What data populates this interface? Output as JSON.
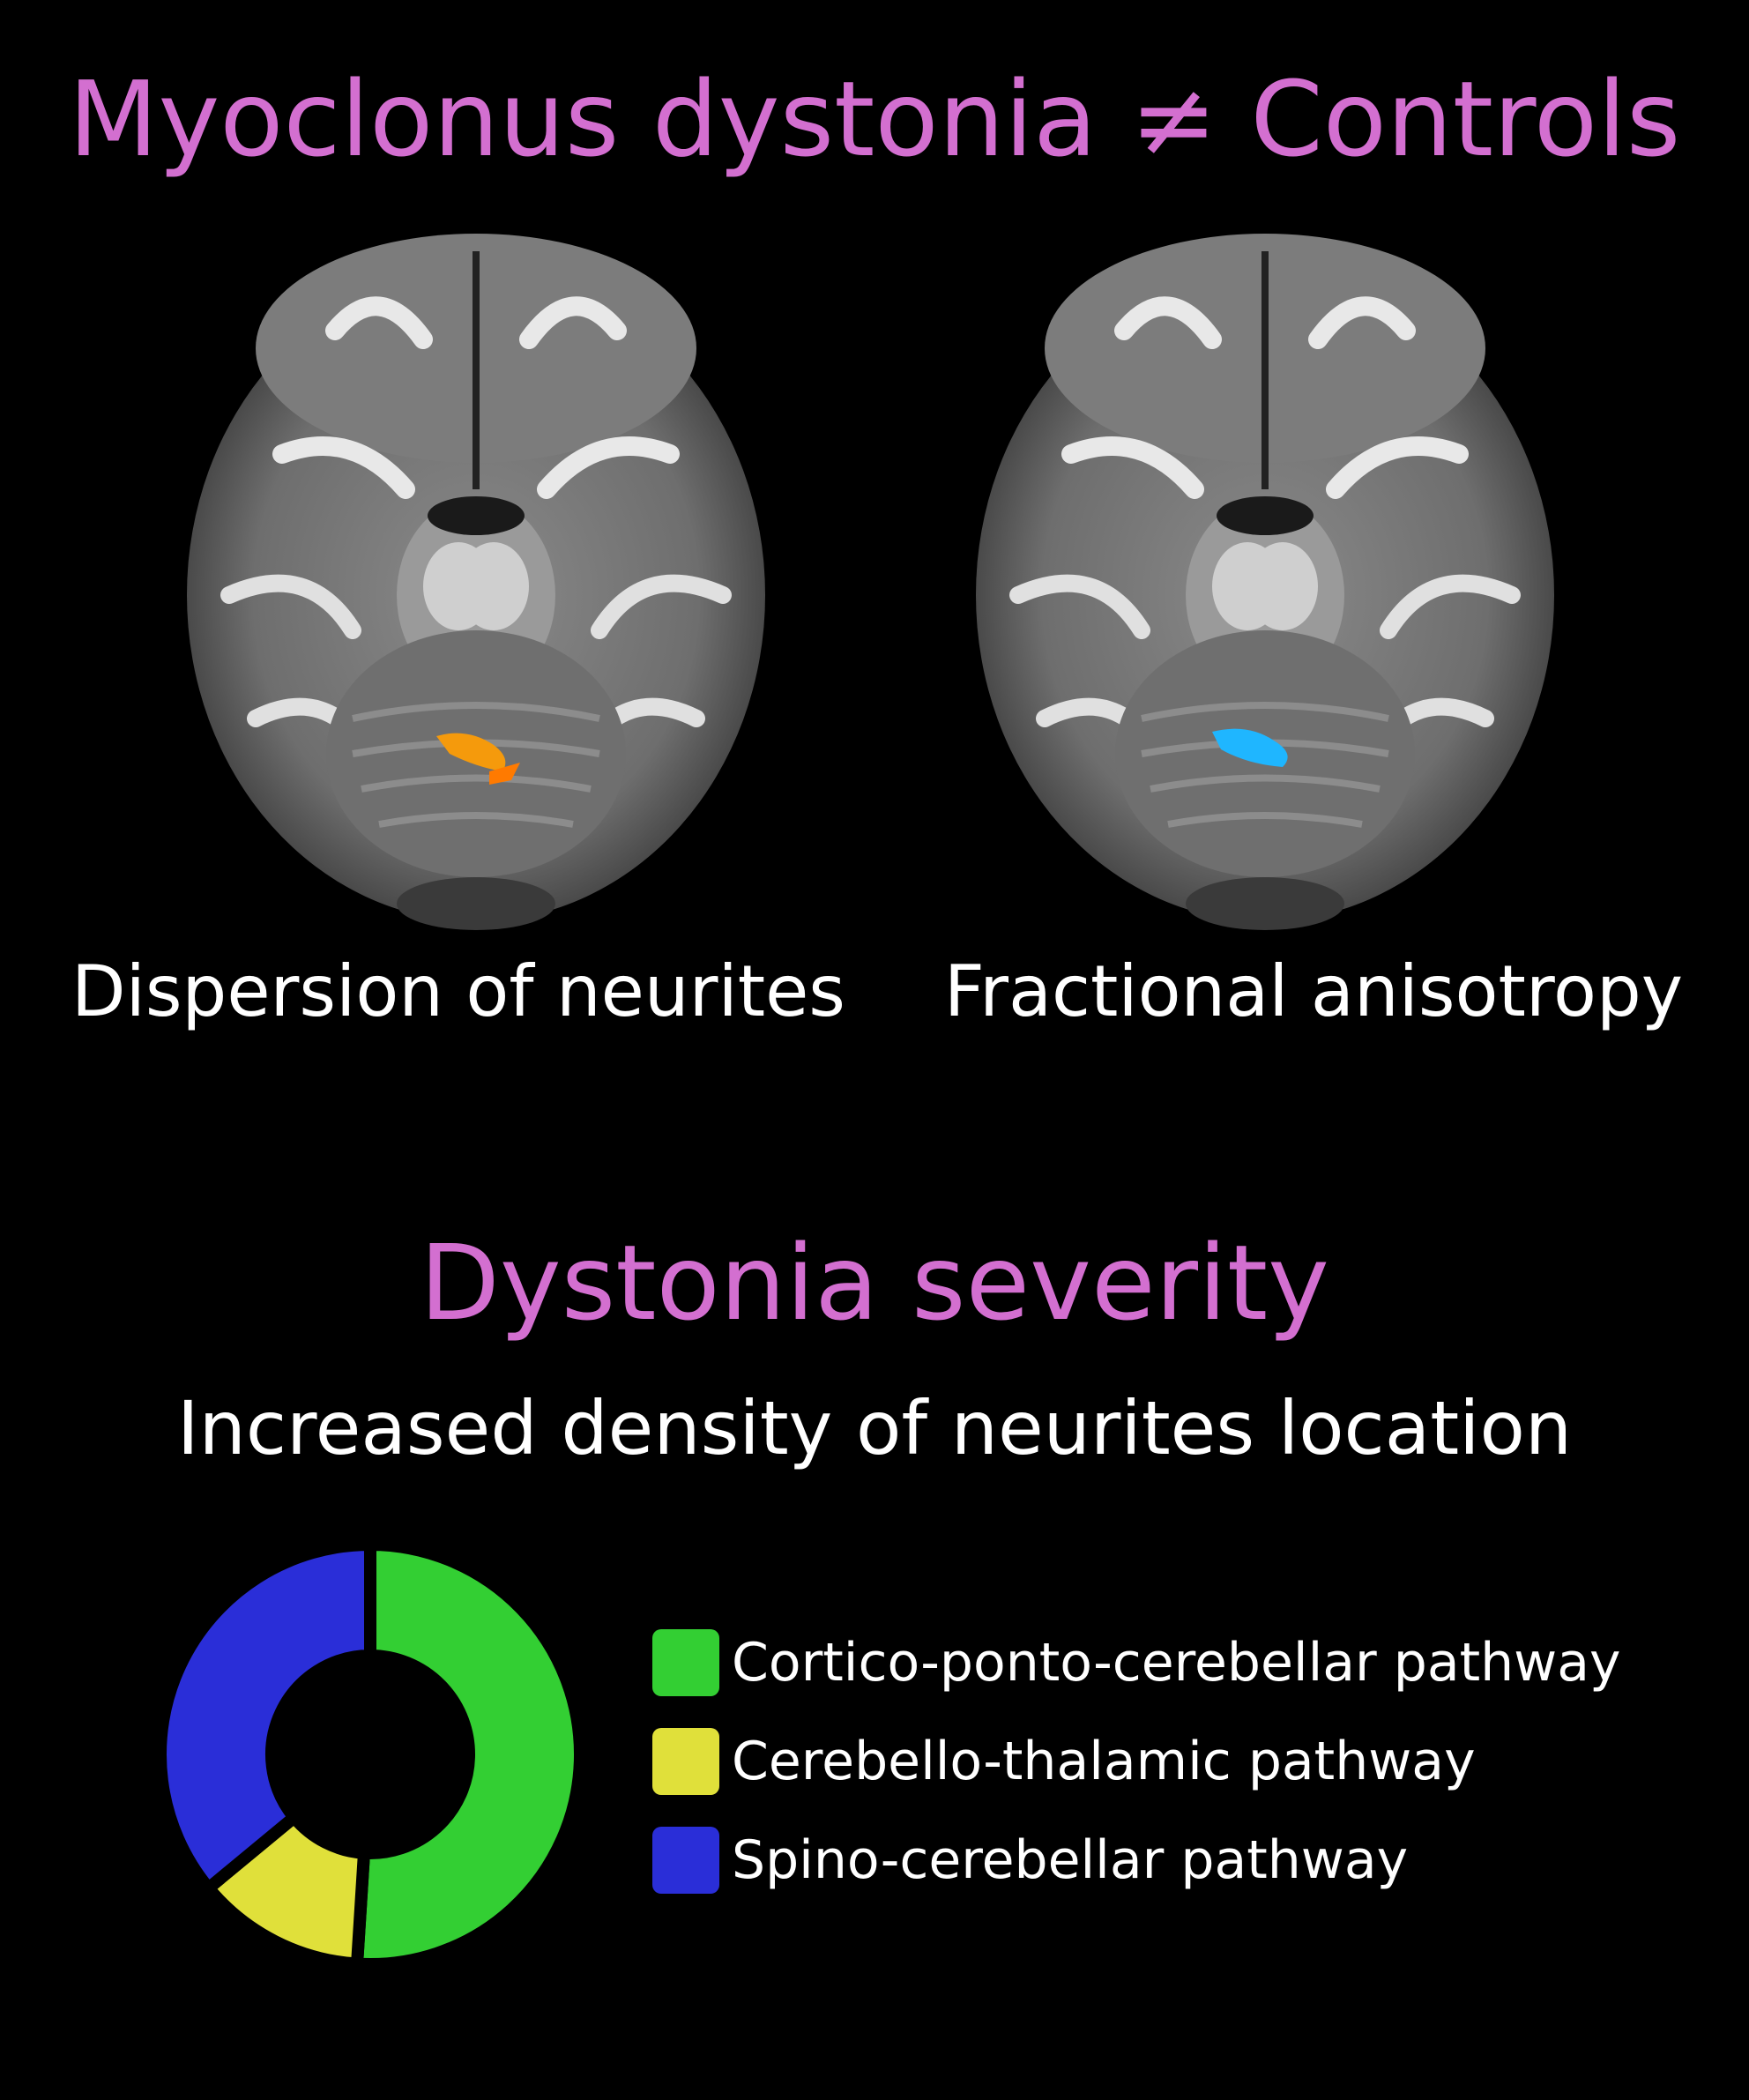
{
  "header": {
    "title": "Myoclonus dystonia ≠ Controls",
    "title_color": "#d36fd0"
  },
  "panels": [
    {
      "caption": "Dispersion of neurites",
      "highlight_color": "#f59a0c"
    },
    {
      "caption": "Fractional anisotropy",
      "highlight_color": "#1fb6ff"
    }
  ],
  "section": {
    "title": "Dystonia severity",
    "title_color": "#d36fd0",
    "subtitle": "Increased density of neurites location"
  },
  "chart_data": {
    "type": "pie",
    "variant": "donut",
    "series": [
      {
        "name": "Cortico-ponto-cerebellar pathway",
        "value": 51,
        "color": "#33cf33"
      },
      {
        "name": "Cerebello-thalamic pathway",
        "value": 13,
        "color": "#e0e03a"
      },
      {
        "name": "Spino-cerebellar pathway",
        "value": 36,
        "color": "#2a2ed8"
      }
    ],
    "legend_position": "right"
  }
}
